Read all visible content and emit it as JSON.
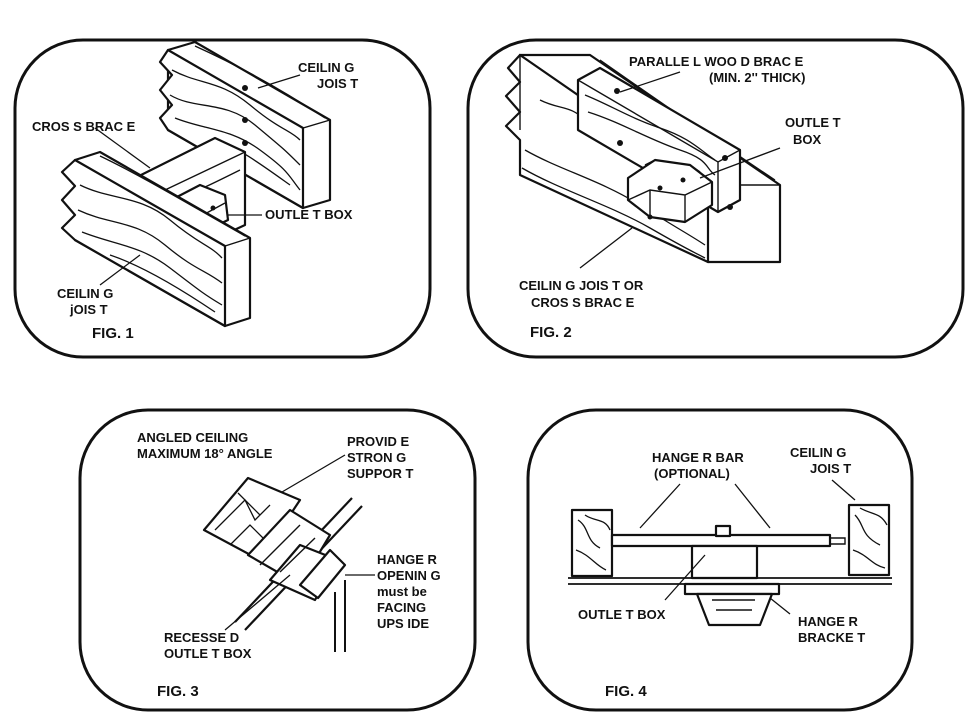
{
  "figures": [
    {
      "id": "fig1",
      "caption": "FIG. 1",
      "labels": {
        "ceiling_joist_top": [
          "CEILIN G",
          "JOIS T"
        ],
        "cross_brace": "CROS S BRAC E",
        "outlet_box": "OUTLE T BOX",
        "ceiling_joist_bottom": [
          "CEILIN G",
          "jOIS T"
        ]
      }
    },
    {
      "id": "fig2",
      "caption": "FIG. 2",
      "labels": {
        "parallel_brace": [
          "PARALLE L WOO D BRAC E",
          "(MIN. 2'' THICK)"
        ],
        "outlet_box": [
          "OUTLE T",
          "BOX"
        ],
        "joist_or_brace": [
          "CEILIN G JOIS T OR",
          "CROS S BRAC E"
        ]
      }
    },
    {
      "id": "fig3",
      "caption": "FIG. 3",
      "labels": {
        "angled_ceiling": [
          "ANGLED CEILING",
          "MAXIMUM 18° ANGLE"
        ],
        "strong_support": [
          "PROVID E",
          "STRON G",
          "SUPPOR T"
        ],
        "hanger_opening": [
          "HANGE R",
          "OPENIN G",
          "must be",
          "FACING",
          "UPS IDE"
        ],
        "recessed_box": [
          "RECESSE D",
          "OUTLE T BOX"
        ]
      }
    },
    {
      "id": "fig4",
      "caption": "FIG. 4",
      "labels": {
        "hanger_bar": [
          "HANGE R BAR",
          "(OPTIONAL)"
        ],
        "ceiling_joist": [
          "CEILIN G",
          "JOIS T"
        ],
        "outlet_box": "OUTLE T BOX",
        "hanger_bracket": [
          "HANGE R",
          "BRACKE T"
        ]
      }
    }
  ]
}
